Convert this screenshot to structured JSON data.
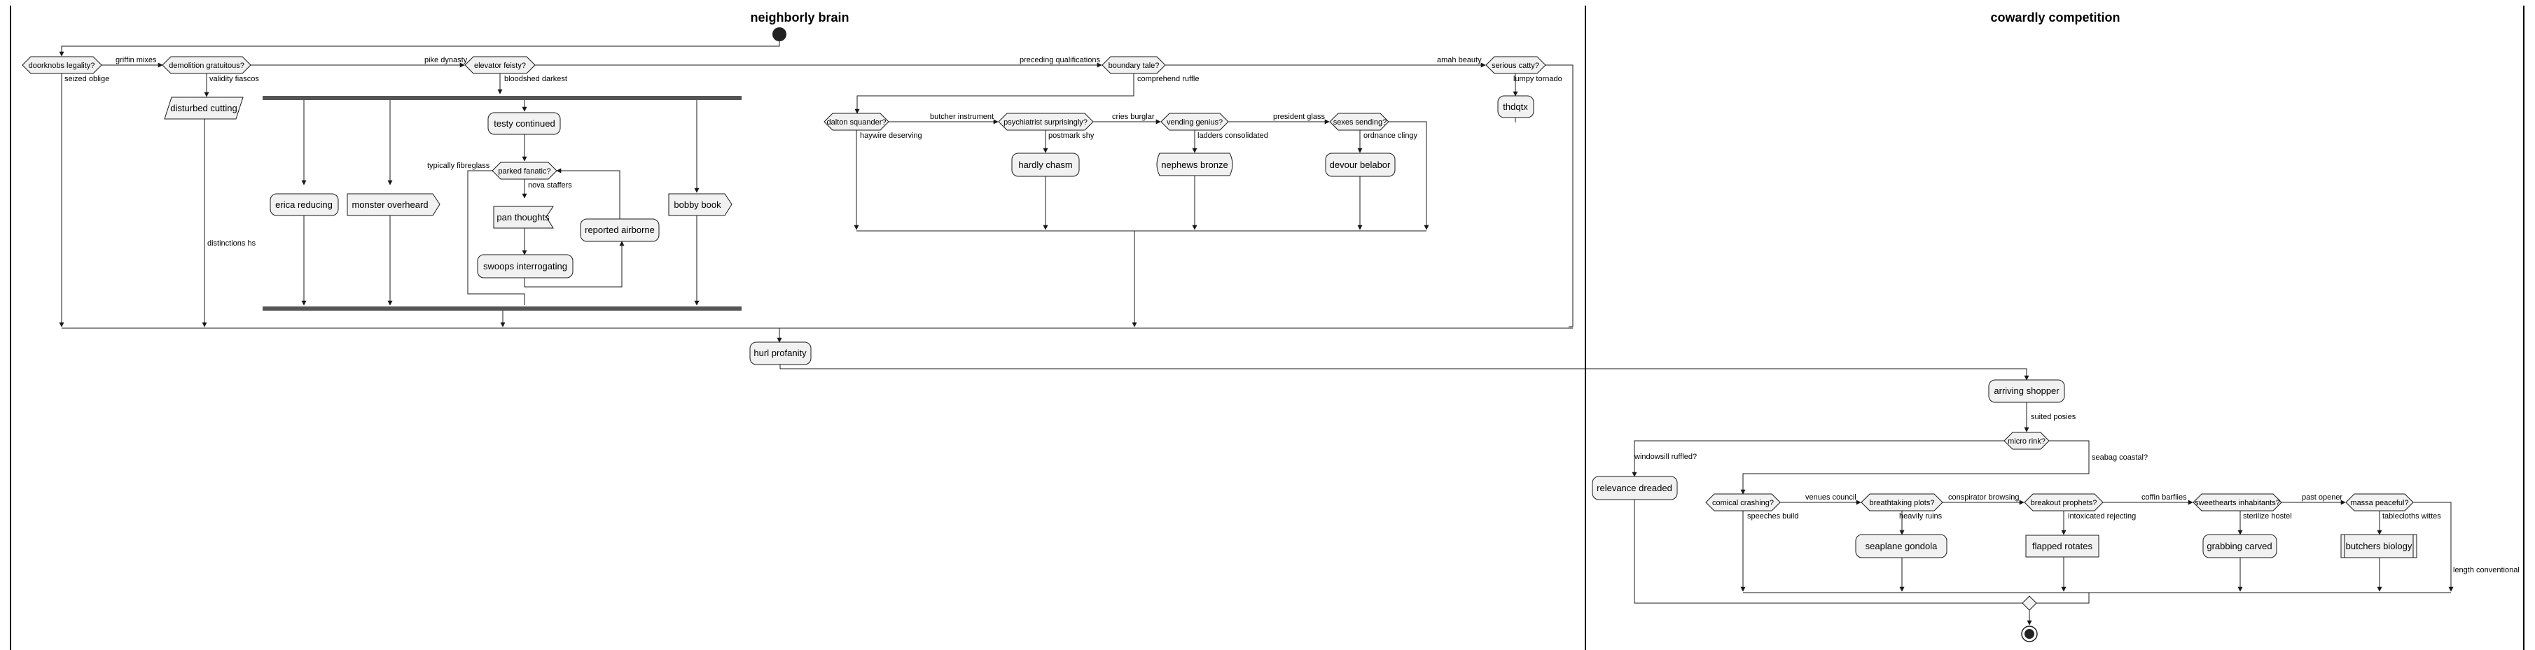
{
  "lanes": {
    "left_title": "neighborly brain",
    "right_title": "cowardly competition"
  },
  "decisions": {
    "doorknobs": "doorknobs legality?",
    "demolition": "demolition gratuitous?",
    "elevator": "elevator feisty?",
    "boundary": "boundary tale?",
    "serious": "serious catty?",
    "dalton": "dalton squander?",
    "psychiatrist": "psychiatrist surprisingly?",
    "vending": "vending genius?",
    "sexes": "sexes sending?",
    "parked": "parked fanatic?",
    "micro": "micro rink?",
    "comical": "comical crashing?",
    "breathtaking": "breathtaking plots?",
    "breakout": "breakout prophets?",
    "sweethearts": "sweethearts inhabitants?",
    "massa": "massa peaceful?"
  },
  "labels": {
    "griffin": "griffin mixes",
    "seized": "seized oblige",
    "pike": "pike dynasty",
    "validity": "validity fiascos",
    "distinctions": "distinctions hs",
    "preceding": "preceding qualifications",
    "bloodshed": "bloodshed darkest",
    "amah": "amah beauty",
    "lumpy": "lumpy tornado",
    "comprehend": "comprehend ruffle",
    "butcher": "butcher instrument",
    "cries": "cries burglar",
    "president": "president glass",
    "haywire": "haywire deserving",
    "postmark": "postmark shy",
    "ladders": "ladders consolidated",
    "ordnance": "ordnance clingy",
    "typically": "typically fibreglass",
    "nova": "nova staffers",
    "suited": "suited posies",
    "windowsill": "windowsill ruffled?",
    "seabag": "seabag coastal?",
    "venues": "venues council",
    "conspirator": "conspirator browsing",
    "coffin": "coffin barflies",
    "past": "past opener",
    "speeches": "speeches build",
    "heavily": "heavily ruins",
    "intoxicated": "intoxicated rejecting",
    "sterilize": "sterilize hostel",
    "tablecloths": "tablecloths wittes",
    "length": "length conventional"
  },
  "activities": {
    "disturbed": "disturbed cutting",
    "testy": "testy continued",
    "pan": "pan thoughts",
    "swoops": "swoops interrogating",
    "reported": "reported airborne",
    "erica": "erica reducing",
    "monster": "monster overheard",
    "bobby": "bobby book",
    "thdqtx": "thdqtx",
    "hardly": "hardly chasm",
    "nephews": "nephews bronze",
    "devour": "devour belabor",
    "hurl": "hurl profanity",
    "arriving": "arriving shopper",
    "relevance": "relevance dreaded",
    "seaplane": "seaplane gondola",
    "flapped": "flapped rotates",
    "grabbing": "grabbing carved",
    "butchers": "butchers biology"
  }
}
